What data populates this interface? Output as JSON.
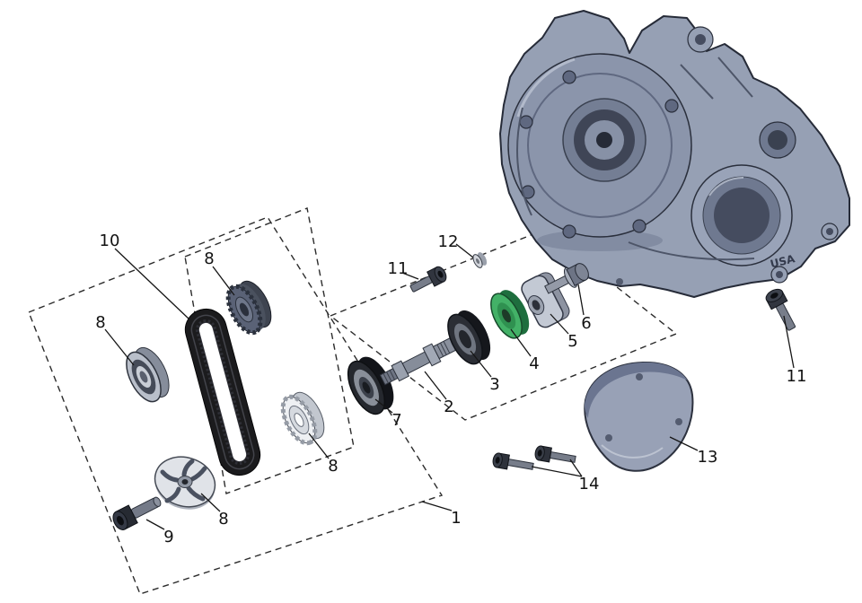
{
  "diagram": {
    "case_label": "USA",
    "colors": {
      "seal_green": "#43b167",
      "case_gray": "#96a0b4",
      "belt_black": "#1b1b1d"
    },
    "callouts": [
      {
        "label": "1"
      },
      {
        "label": "2"
      },
      {
        "label": "3"
      },
      {
        "label": "4"
      },
      {
        "label": "5"
      },
      {
        "label": "6"
      },
      {
        "label": "7"
      },
      {
        "label": "8"
      },
      {
        "label": "8"
      },
      {
        "label": "8"
      },
      {
        "label": "8"
      },
      {
        "label": "9"
      },
      {
        "label": "10"
      },
      {
        "label": "11"
      },
      {
        "label": "11"
      },
      {
        "label": "12"
      },
      {
        "label": "13"
      },
      {
        "label": "14"
      }
    ]
  }
}
